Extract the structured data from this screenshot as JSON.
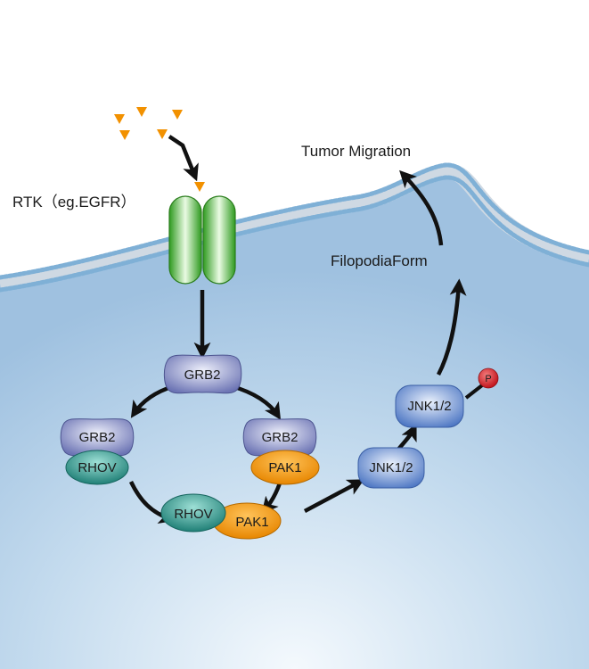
{
  "labels": {
    "receptor": "RTK（eg.EGFR）",
    "tumor_migration": "Tumor Migration",
    "filopodia": "FilopodiaForm",
    "phospho": "P"
  },
  "nodes": {
    "grb2_top": "GRB2",
    "grb2_left": "GRB2",
    "grb2_right": "GRB2",
    "rhov_left": "RHOV",
    "pak1_right": "PAK1",
    "rhov_complex": "RHOV",
    "pak1_complex": "PAK1",
    "jnk_lower": "JNK1/2",
    "jnk_upper": "JNK1/2"
  },
  "colors": {
    "cytoplasm": "#a9c9e4",
    "grb2": "#8a92c8",
    "rhov": "#2f9a8f",
    "pak1": "#f29100",
    "jnk": "#6b8fd0",
    "receptor": "#3dae2b",
    "ligand": "#f29100",
    "phospho": "#d3202a"
  }
}
